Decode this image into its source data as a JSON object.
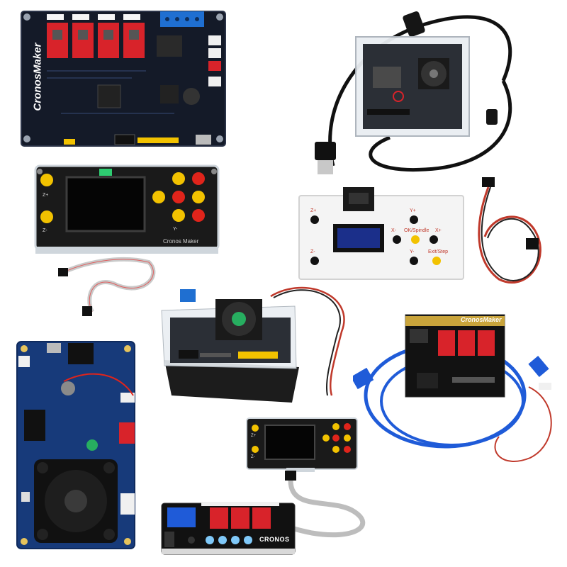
{
  "brand": {
    "board_text": "CronosMaker",
    "logo_text": "CRONOS",
    "pendant_footer": "Cronos Maker"
  },
  "offline_controller": {
    "labels": {
      "z_plus": "Z+",
      "z_minus": "Z-",
      "y_plus": "Y+",
      "y_minus": "Y-",
      "x_minus": "X-",
      "x_plus": "X+",
      "ok_spindle": "OK/Spindle",
      "exit_step": "Exit/Step"
    }
  },
  "pendant_large": {
    "labels": {
      "z_plus": "Z+",
      "z_minus": "Z-",
      "y_minus": "Y-"
    }
  },
  "pendant_small": {
    "labels": {
      "z_plus": "Z+",
      "z_minus": "Z-"
    }
  },
  "colors": {
    "pcb_dark": "#141a28",
    "pcb_blue": "#173a7a",
    "driver_red": "#d8232a",
    "terminal_blue": "#1f6fd1",
    "acrylic": "#e9eef2",
    "usb_cable_blue": "#1f5bd8",
    "button_yellow": "#f2c200",
    "button_red": "#e0241b"
  },
  "icons": [
    "fan-icon",
    "usb-plug-icon",
    "lcd-screen-icon",
    "stepper-driver-icon",
    "ribbon-cable-icon"
  ]
}
